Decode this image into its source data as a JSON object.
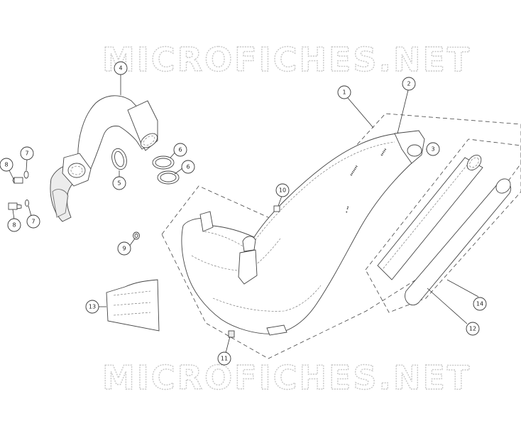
{
  "watermark": {
    "top_text": "MICROFICHES.NET",
    "bottom_text": "MICROFICHES.NET"
  },
  "callouts": [
    {
      "id": "1",
      "label": "1"
    },
    {
      "id": "2",
      "label": "2"
    },
    {
      "id": "3",
      "label": "3"
    },
    {
      "id": "4",
      "label": "4"
    },
    {
      "id": "5",
      "label": "5"
    },
    {
      "id": "6a",
      "label": "6"
    },
    {
      "id": "6b",
      "label": "6"
    },
    {
      "id": "7a",
      "label": "7"
    },
    {
      "id": "7b",
      "label": "7"
    },
    {
      "id": "8a",
      "label": "8"
    },
    {
      "id": "8b",
      "label": "8"
    },
    {
      "id": "9",
      "label": "9"
    },
    {
      "id": "10",
      "label": "10"
    },
    {
      "id": "11",
      "label": "11"
    },
    {
      "id": "12",
      "label": "12"
    },
    {
      "id": "13",
      "label": "13"
    },
    {
      "id": "14",
      "label": "14"
    }
  ]
}
